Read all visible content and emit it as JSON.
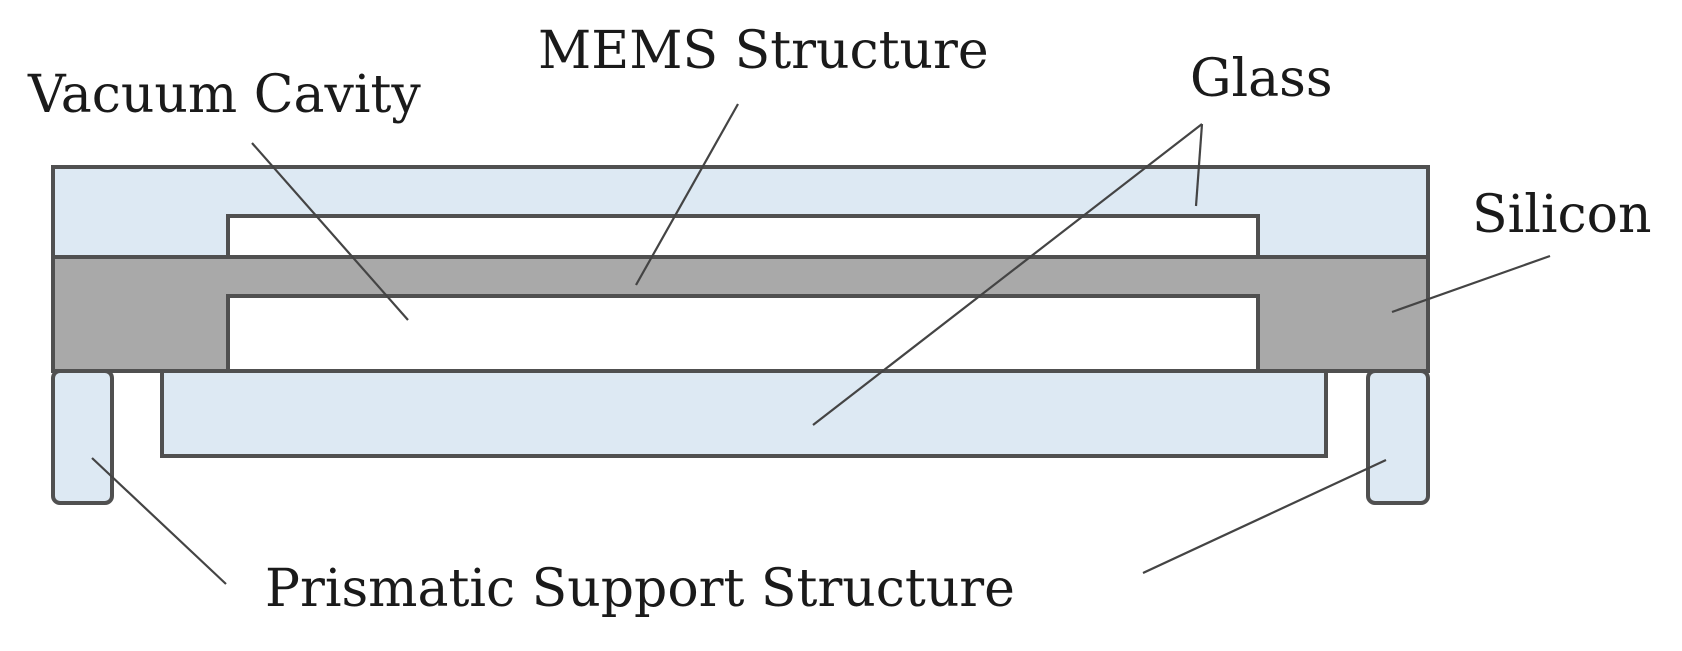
{
  "labels": {
    "vacuum_cavity": "Vacuum Cavity",
    "mems_structure": "MEMS Structure",
    "glass": "Glass",
    "silicon": "Silicon",
    "prismatic_support": "Prismatic Support Structure"
  },
  "colors": {
    "glass": "#dde9f3",
    "silicon": "#a9a9a9",
    "cavity": "#ffffff",
    "outline": "#505050"
  }
}
